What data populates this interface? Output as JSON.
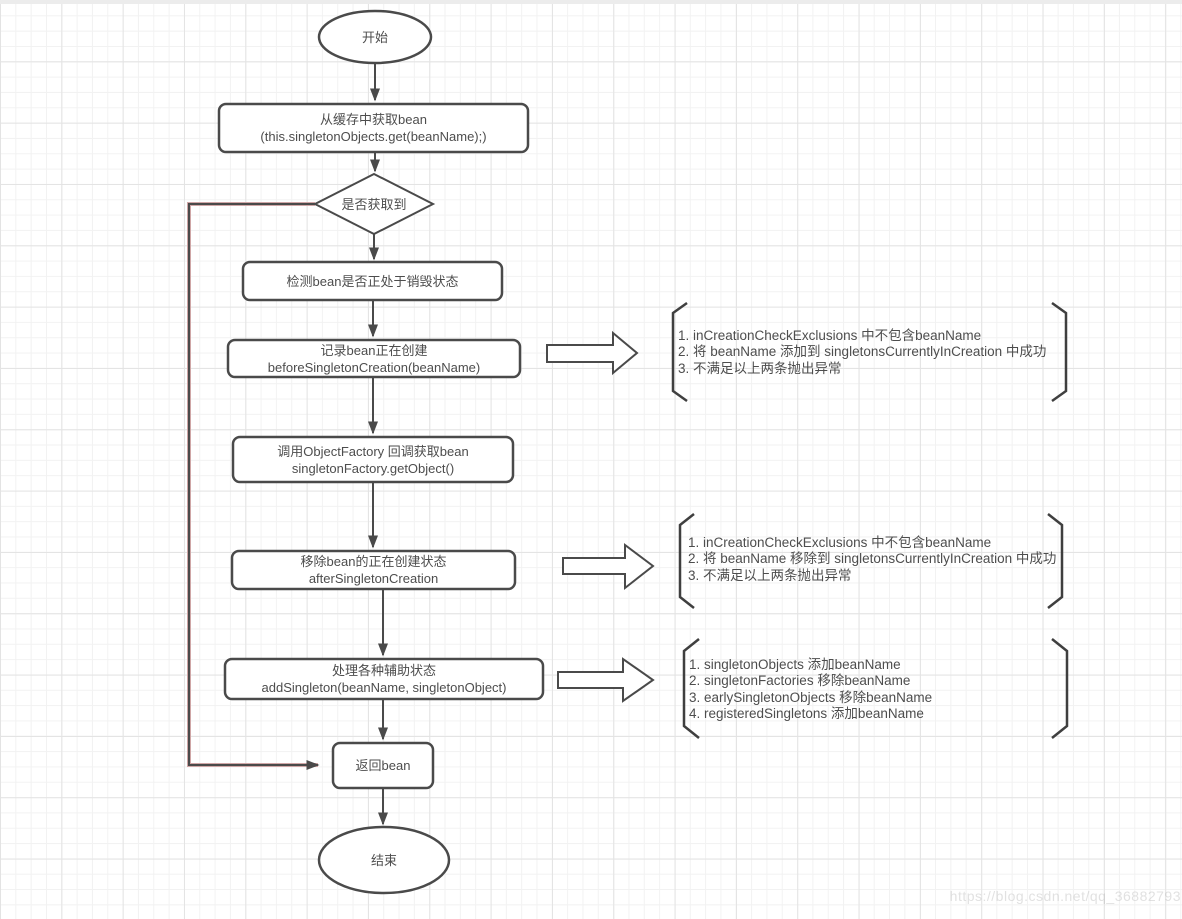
{
  "diagram": {
    "nodes": {
      "start": {
        "label": "开始"
      },
      "get_from_cache": {
        "line1": "从缓存中获取bean",
        "line2": "(this.singletonObjects.get(beanName);)"
      },
      "got_decision": {
        "label": "是否获取到"
      },
      "check_destroy": {
        "label": "检测bean是否正处于销毁状态"
      },
      "record_creating": {
        "line1": "记录bean正在创建",
        "line2": "beforeSingletonCreation(beanName)"
      },
      "call_object_factory": {
        "line1": "调用ObjectFactory 回调获取bean",
        "line2": "singletonFactory.getObject()"
      },
      "remove_creating": {
        "line1": "移除bean的正在创建状态",
        "line2": "afterSingletonCreation"
      },
      "handle_aux_state": {
        "line1": "处理各种辅助状态",
        "line2": "addSingleton(beanName, singletonObject)"
      },
      "return_bean": {
        "label": "返回bean"
      },
      "end": {
        "label": "结束"
      }
    },
    "annotations": {
      "before_singleton_creation": {
        "lines": [
          "1. inCreationCheckExclusions 中不包含beanName",
          "2. 将 beanName 添加到 singletonsCurrentlyInCreation 中成功",
          "3. 不满足以上两条抛出异常"
        ]
      },
      "after_singleton_creation": {
        "lines": [
          "1. inCreationCheckExclusions 中不包含beanName",
          "2. 将 beanName 移除到 singletonsCurrentlyInCreation 中成功",
          "3. 不满足以上两条抛出异常"
        ]
      },
      "add_singleton": {
        "lines": [
          "1.  singletonObjects 添加beanName",
          "2. singletonFactories 移除beanName",
          "3. earlySingletonObjects 移除beanName",
          "4. registeredSingletons 添加beanName"
        ]
      }
    },
    "watermark": "https://blog.csdn.net/qq_36882793",
    "colors": {
      "stroke": "#4a4a4a",
      "text": "#4d4d4d",
      "grid_minor": "#f2f2f2",
      "grid_major": "#e3e3e3",
      "feedback_highlight": "#cfa6a6",
      "node_fill": "#ffffff"
    }
  }
}
